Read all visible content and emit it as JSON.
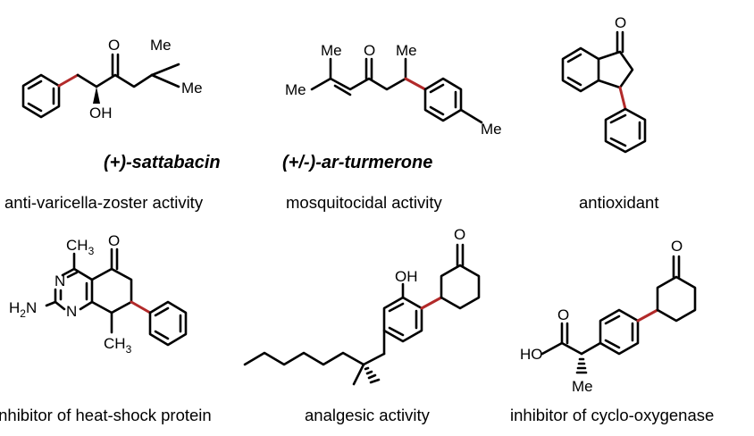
{
  "compounds": [
    {
      "name": "(+)-sattabacin",
      "activity": "anti-varicella-zoster activity",
      "atoms": {
        "o": "O",
        "me1": "Me",
        "me2": "Me",
        "oh": "OH"
      }
    },
    {
      "name": "(+/-)-ar-turmerone",
      "activity": "mosquitocidal activity",
      "atoms": {
        "me1": "Me",
        "me2": "Me",
        "o": "O",
        "me3": "Me",
        "me4": "Me"
      }
    },
    {
      "name": "",
      "activity": "antioxidant",
      "atoms": {
        "o": "O"
      }
    },
    {
      "name": "",
      "activity": "inhibitor of heat-shock protein",
      "atoms": {
        "ch3a": "CH",
        "ch3a_sub": "3",
        "ch3b": "CH",
        "ch3b_sub": "3",
        "o": "O",
        "n1": "N",
        "n2": "N",
        "h2n": "H",
        "h2n_sub": "2",
        "h2n_n": "N"
      }
    },
    {
      "name": "",
      "activity": "analgesic activity",
      "atoms": {
        "oh": "OH",
        "o": "O"
      }
    },
    {
      "name": "",
      "activity": "inhibitor of cyclo-oxygenase",
      "atoms": {
        "o1": "O",
        "ho": "HO",
        "me": "Me",
        "o2": "O"
      }
    }
  ],
  "colors": {
    "highlight_bond": "#b22a2a",
    "ink": "#000000",
    "background": "#ffffff"
  }
}
